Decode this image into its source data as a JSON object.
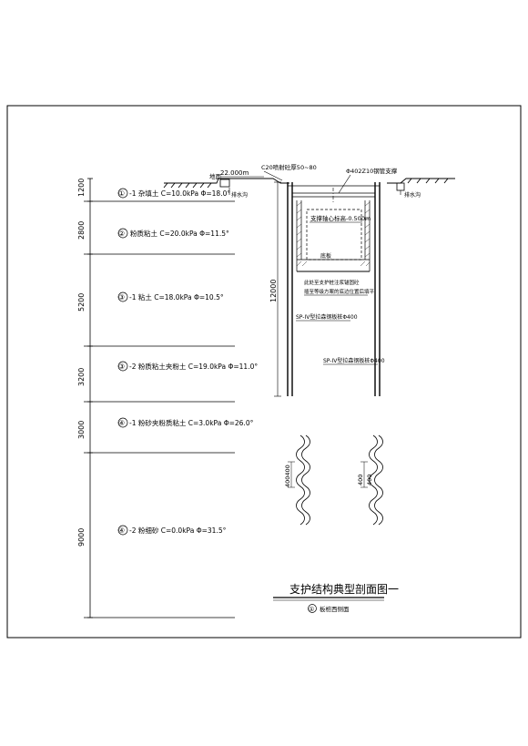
{
  "title": "支护结构典型剖面图一",
  "subtitle_marker": "①",
  "subtitle": "板桩西侧面",
  "top_labels": {
    "ground": "地面",
    "elevation": "22.000m",
    "shotcrete": "C20喷射砼厚50~80",
    "steel_support": "Φ402Z10钢管支撑",
    "drain_left": "排水沟",
    "drain_right": "排水沟"
  },
  "inner_labels": {
    "support_axis": "支撑轴心标高-0.500m",
    "base_plate": "底板",
    "note1": "此处至支护桩注浆锚固砼",
    "note2": "插至等级方案的底边位置后填平",
    "pile_label1": "SP-IV型拉森钢板桩Φ400",
    "pile_label2": "SP-IV型拉森钢板桩Φ400",
    "depth": "12000"
  },
  "layers": [
    {
      "thickness": "1200",
      "marker": "①",
      "label": "-1  杂填土 C=10.0kPa  Φ=18.0°"
    },
    {
      "thickness": "2800",
      "marker": "②",
      "label": "粉质粘土 C=20.0kPa  Φ=11.5°"
    },
    {
      "thickness": "5200",
      "marker": "③",
      "label": "-1  粘土 C=18.0kPa  Φ=10.5°"
    },
    {
      "thickness": "3200",
      "marker": "③",
      "label": "-2  粉质粘土夹粉土 C=19.0kPa  Φ=11.0°"
    },
    {
      "thickness": "3000",
      "marker": "④",
      "label": "-1  粉砂夹粉质粘土 C=3.0kPa  Φ=26.0°"
    },
    {
      "thickness": "9000",
      "marker": "④",
      "label": "-2  粉细砂 C=0.0kPa  Φ=31.5°"
    }
  ],
  "sheet_pile_detail": {
    "left_dim": "400400",
    "right_dim1": "400",
    "right_dim2": "400"
  }
}
